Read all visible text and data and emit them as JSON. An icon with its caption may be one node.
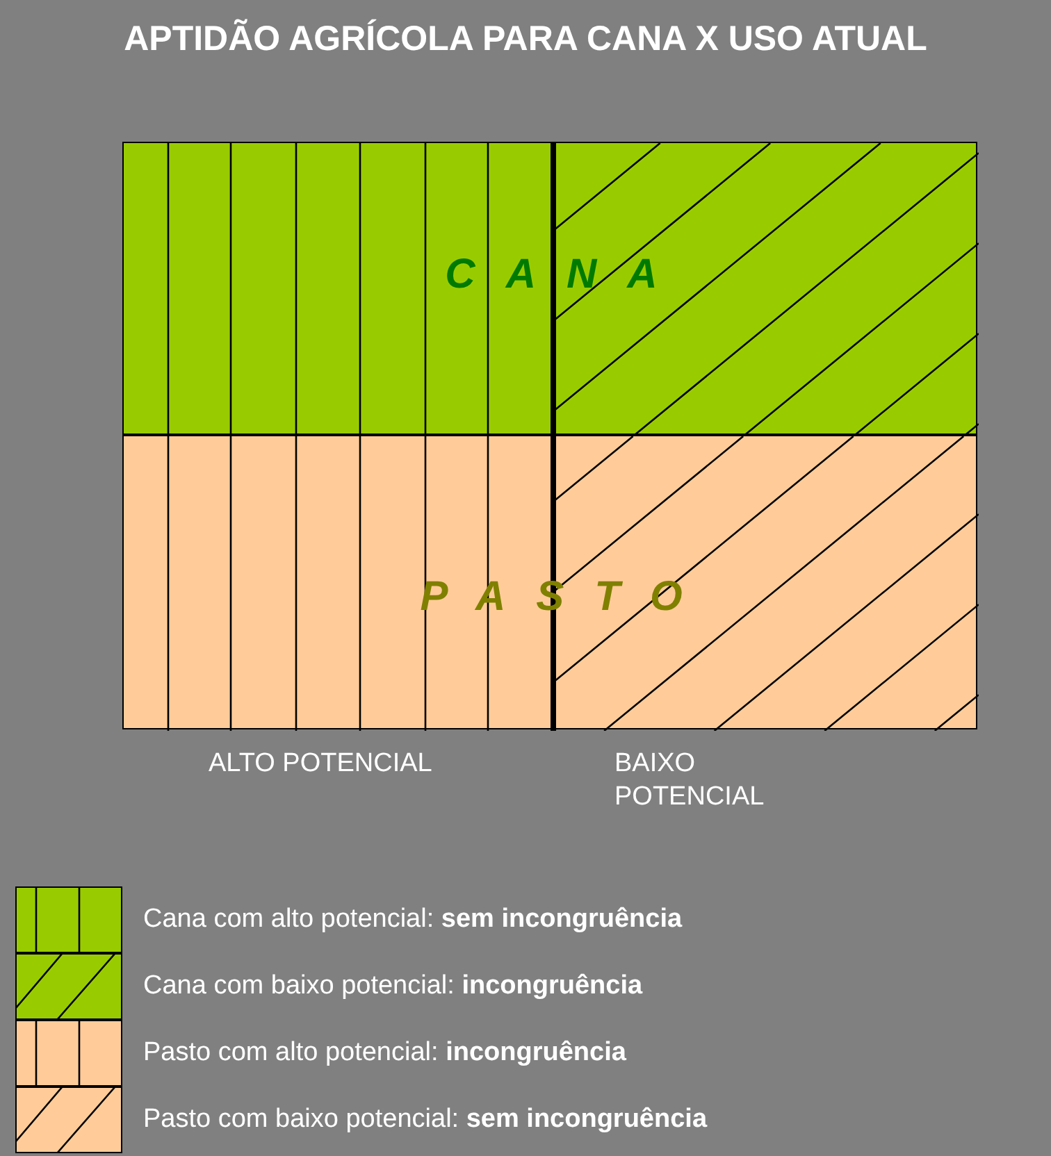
{
  "diagram": {
    "title": "APTIDÃO AGRÍCOLA PARA CANA X USO ATUAL",
    "nodes": [
      {
        "text": [
          "CANA"
        ]
      },
      {
        "text": [
          "PASTO"
        ]
      }
    ],
    "labels": [
      "ALTO POTENCIAL",
      "BAIXO POTENCIAL"
    ],
    "legend": [
      {
        "text": "Cana com alto potencial: **sem incongruência**"
      },
      {
        "text": "Cana com baixo potencial: **incongruência**"
      },
      {
        "text": "Pasto com alto potencial: **incongruência**"
      },
      {
        "text": "Pasto com baixo potencial: **sem incongruência**"
      }
    ]
  }
}
